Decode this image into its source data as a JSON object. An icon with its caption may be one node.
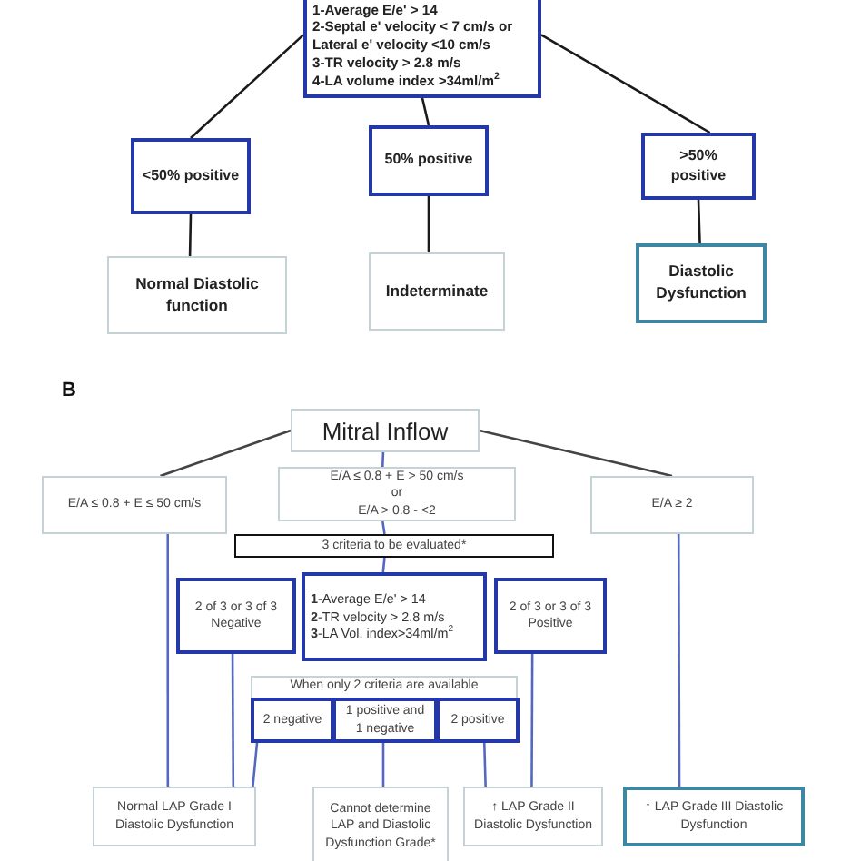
{
  "diagram": {
    "nodes": [
      {
        "text": [
          "1-Average E/e' > 14",
          "2-Septal e' velocity < 7 cm/s or Lateral e' velocity <10 cm/s",
          "3-TR velocity > 2.8 m/s",
          "4-LA volume index >34ml/m$^{2}$"
        ]
      },
      {
        "text": [
          "<50% positive"
        ]
      },
      {
        "text": [
          "50% positive"
        ]
      },
      {
        "text": [
          ">50% positive"
        ]
      },
      {
        "text": [
          "Normal Diastolic function"
        ]
      },
      {
        "text": [
          "Indeterminate"
        ]
      },
      {
        "text": [
          "Diastolic Dysfunction"
        ]
      },
      {
        "text": [
          "Mitral Inflow"
        ]
      },
      {
        "text": [
          "E/A ≤ 0.8 + E ≤ 50 cm/s"
        ]
      },
      {
        "text": [
          "E/A ≤ 0.8 + E > 50 cm/s",
          "or",
          "E/A > 0.8 - <2"
        ]
      },
      {
        "text": [
          "E/A ≥ 2"
        ]
      },
      {
        "text": [
          "3 criteria to be evaluated*"
        ]
      },
      {
        "text": [
          "2 of 3 or 3 of 3 Negative"
        ]
      },
      {
        "text": [
          "**1**-Average E/e' > 14",
          "**2**-TR velocity > 2.8 m/s",
          "**3**-LA Vol. index>34ml/m$^{2}$"
        ]
      },
      {
        "text": [
          "2 of 3 or 3 of 3 Positive"
        ]
      },
      {
        "text": [
          "When only 2 criteria are available"
        ]
      },
      {
        "text": [
          "2 negative"
        ],
        "in": 15
      },
      {
        "text": [
          "1 positive and 1 negative"
        ],
        "in": 15
      },
      {
        "text": [
          "2 positive"
        ],
        "in": 15
      },
      {
        "text": [
          "Normal  LAP Grade I Diastolic Dysfunction"
        ]
      },
      {
        "text": [
          "Cannot determine LAP and Diastolic Dysfunction Grade*"
        ]
      },
      {
        "text": [
          "↑ LAP Grade II Diastolic Dysfunction"
        ]
      },
      {
        "text": [
          "↑ LAP Grade III Diastolic Dysfunction"
        ]
      }
    ],
    "edges": [
      {
        "from": 0,
        "to": 1,
        "arrow": "none",
        "color": "#1a1a1a"
      },
      {
        "from": 0,
        "to": 2,
        "arrow": "none",
        "color": "#1a1a1a"
      },
      {
        "from": 0,
        "to": 3,
        "arrow": "none",
        "color": "#1a1a1a"
      },
      {
        "from": 1,
        "to": 4,
        "arrow": "none",
        "color": "#1a1a1a"
      },
      {
        "from": 2,
        "to": 5,
        "arrow": "none",
        "color": "#1a1a1a"
      },
      {
        "from": 3,
        "to": 6,
        "arrow": "none",
        "color": "#1a1a1a"
      },
      {
        "from": 7,
        "to": 8,
        "arrow": "none",
        "color": "#444444"
      },
      {
        "from": 7,
        "to": 9,
        "arrow": "none"
      },
      {
        "from": 7,
        "to": 10,
        "arrow": "none",
        "color": "#444444"
      },
      {
        "from": 9,
        "to": 11,
        "arrow": "none"
      },
      {
        "from": 11,
        "to": 13,
        "arrow": "none"
      },
      {
        "from": 8,
        "to": 19,
        "arrow": "none"
      },
      {
        "from": 12,
        "to": 19,
        "arrow": "none"
      },
      {
        "from": 16,
        "to": 19,
        "arrow": "none"
      },
      {
        "from": 17,
        "to": 20,
        "arrow": "none"
      },
      {
        "from": 18,
        "to": 21,
        "arrow": "none"
      },
      {
        "from": 14,
        "to": 21,
        "arrow": "none"
      },
      {
        "from": 10,
        "to": 22,
        "arrow": "none"
      }
    ],
    "labels": [
      "B"
    ]
  }
}
